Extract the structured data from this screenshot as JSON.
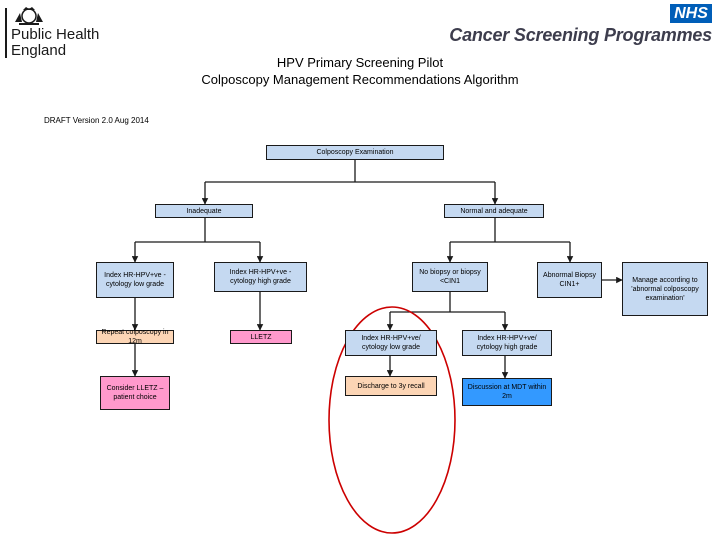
{
  "header": {
    "org_line1": "Public Health",
    "org_line2": "England",
    "nhs_logo": "NHS",
    "programme": "Cancer Screening Programmes"
  },
  "title_line1": "HPV Primary Screening Pilot",
  "title_line2": "Colposcopy Management Recommendations Algorithm",
  "draft": "DRAFT Version 2.0 Aug 2014",
  "nodes": {
    "exam": "Colposcopy Examination",
    "inadequate": "Inadequate",
    "normal": "Normal and adequate",
    "index_low_left": "Index HR-HPV+ve - cytology low grade",
    "index_high_left": "Index HR-HPV+ve - cytology high grade",
    "no_biopsy": "No biopsy or biopsy <CIN1",
    "abnormal": "Abnormal Biopsy CIN1+",
    "manage": "Manage according to 'abnormal colposcopy examination'",
    "repeat": "Repeat colposcopy in 12m",
    "lletz": "LLETZ",
    "index_low_right": "Index HR-HPV+ve/ cytology low grade",
    "index_high_right": "Index HR-HPV+ve/ cytology high grade",
    "consider": "Consider LLETZ – patient choice",
    "discharge": "Discharge to 3y recall",
    "discussion": "Discussion at MDT within 2m"
  },
  "colors": {
    "box_default": "#c5d9f1",
    "box_peach": "#fcd5b5",
    "box_pink": "#ff99cc",
    "box_blue": "#3399ff",
    "highlight_circle": "#cc0000",
    "nhs_blue": "#005eb8"
  }
}
